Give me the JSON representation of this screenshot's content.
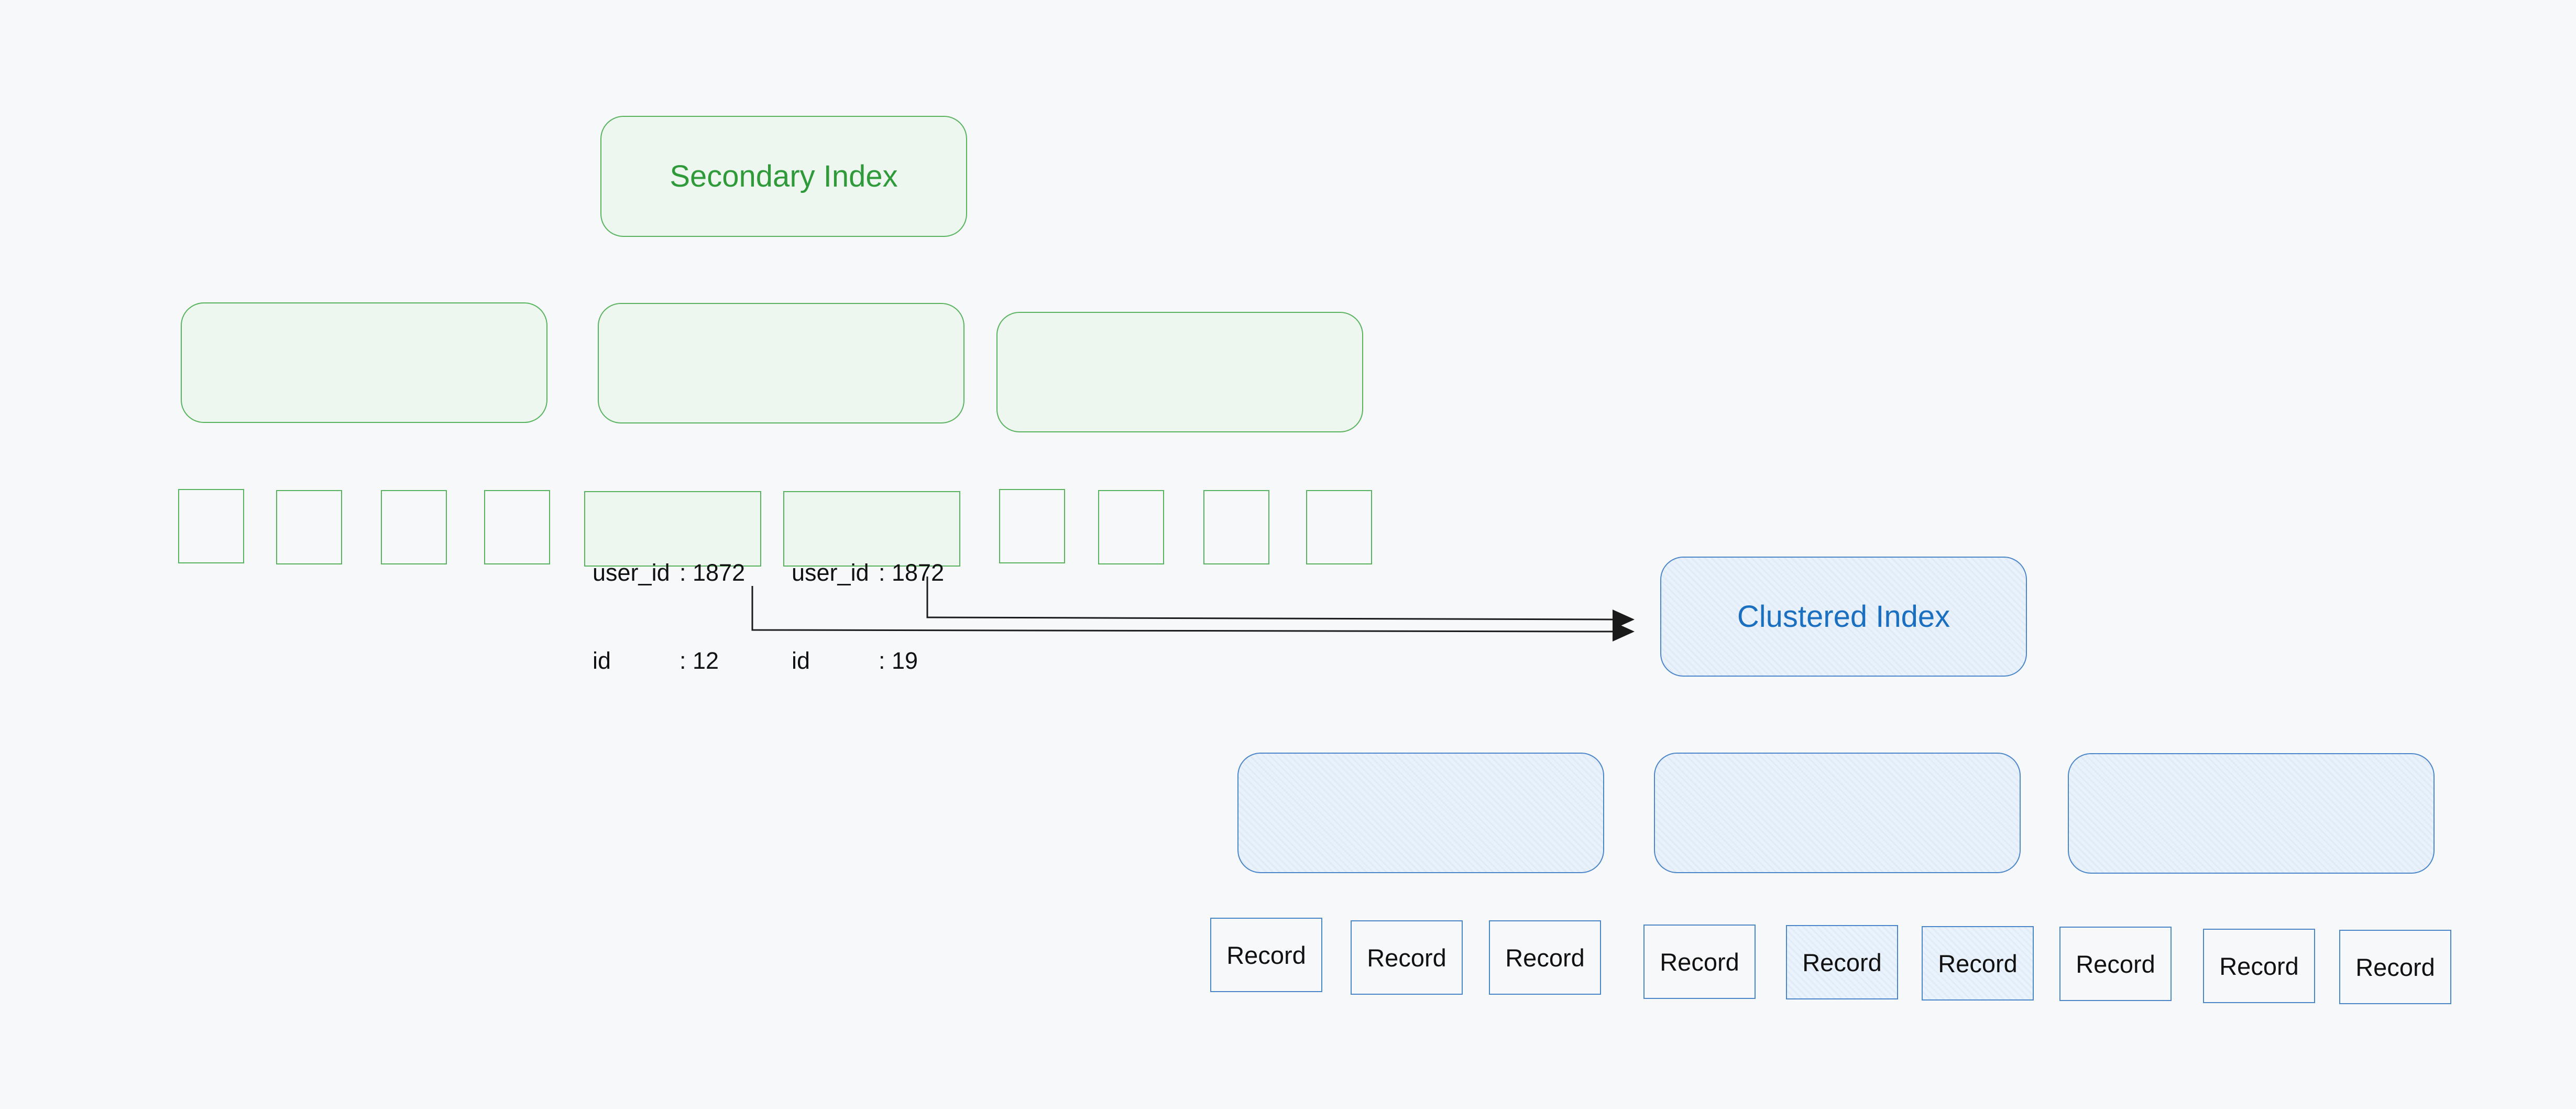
{
  "colors": {
    "secondary_stroke": "#58b25e",
    "secondary_fill": "#eef7ef",
    "secondary_text": "#2e9a3a",
    "clustered_stroke": "#4a86c8",
    "clustered_fill": "#e9f1fa",
    "clustered_text": "#1a6fc0",
    "arrow": "#1a1a1a"
  },
  "secondary_index": {
    "title": "Secondary Index",
    "entries": [
      {
        "user_id_key": "user_id",
        "user_id_value": ": 1872",
        "id_key": "id",
        "id_value": ": 12"
      },
      {
        "user_id_key": "user_id",
        "user_id_value": ": 1872",
        "id_key": "id",
        "id_value": ": 19"
      }
    ]
  },
  "clustered_index": {
    "title": "Clustered Index",
    "records": [
      "Record",
      "Record",
      "Record",
      "Record",
      "Record",
      "Record",
      "Record",
      "Record",
      "Record"
    ]
  },
  "edges": [
    {
      "from": "secondary-entry-1",
      "to": "clustered-index-root"
    },
    {
      "from": "secondary-entry-2",
      "to": "clustered-index-root"
    }
  ]
}
